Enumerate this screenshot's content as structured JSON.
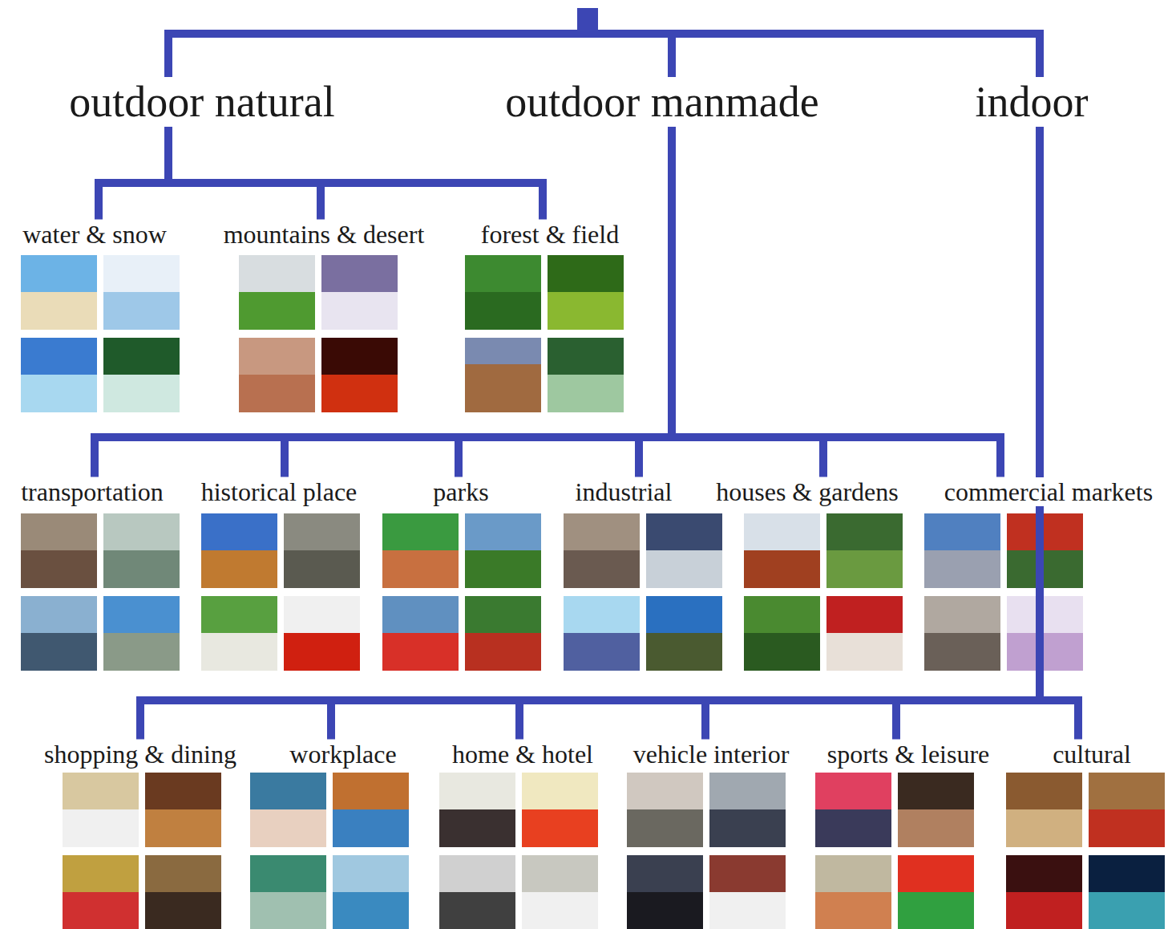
{
  "diagram": {
    "nodes": [
      {
        "text": [
          "outdoor natural"
        ]
      },
      {
        "text": [
          "outdoor manmade"
        ]
      },
      {
        "text": [
          "indoor"
        ]
      },
      {
        "text": [
          "water & snow"
        ]
      },
      {
        "text": [
          "mountains & desert"
        ]
      },
      {
        "text": [
          "forest & field"
        ]
      },
      {
        "text": [
          "transportation"
        ]
      },
      {
        "text": [
          "historical place"
        ]
      },
      {
        "text": [
          "parks"
        ]
      },
      {
        "text": [
          "industrial"
        ]
      },
      {
        "text": [
          "houses & gardens"
        ]
      },
      {
        "text": [
          "commercial markets"
        ]
      },
      {
        "text": [
          "shopping & dining"
        ]
      },
      {
        "text": [
          "workplace"
        ]
      },
      {
        "text": [
          "home & hotel"
        ]
      },
      {
        "text": [
          "vehicle interior"
        ]
      },
      {
        "text": [
          "sports & leisure"
        ]
      },
      {
        "text": [
          "cultural"
        ]
      }
    ],
    "edges": [
      {
        "from": 0,
        "to": 3,
        "arrow": "none"
      },
      {
        "from": 0,
        "to": 4,
        "arrow": "none"
      },
      {
        "from": 0,
        "to": 5,
        "arrow": "none"
      },
      {
        "from": 1,
        "to": 6,
        "arrow": "none"
      },
      {
        "from": 1,
        "to": 7,
        "arrow": "none"
      },
      {
        "from": 1,
        "to": 8,
        "arrow": "none"
      },
      {
        "from": 1,
        "to": 9,
        "arrow": "none"
      },
      {
        "from": 1,
        "to": 10,
        "arrow": "none"
      },
      {
        "from": 1,
        "to": 11,
        "arrow": "none"
      },
      {
        "from": 2,
        "to": 12,
        "arrow": "none"
      },
      {
        "from": 2,
        "to": 13,
        "arrow": "none"
      },
      {
        "from": 2,
        "to": 14,
        "arrow": "none"
      },
      {
        "from": 2,
        "to": 15,
        "arrow": "none"
      },
      {
        "from": 2,
        "to": 16,
        "arrow": "none"
      },
      {
        "from": 2,
        "to": 17,
        "arrow": "none"
      }
    ]
  }
}
